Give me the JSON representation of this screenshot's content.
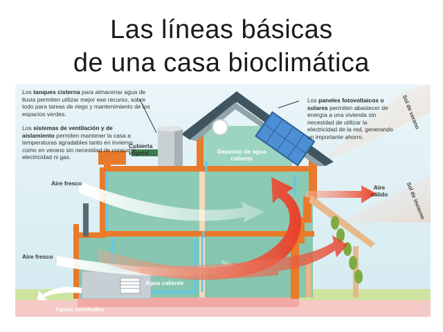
{
  "title": {
    "line1": "Las líneas básicas",
    "line2": "de una casa bioclimática"
  },
  "notes": {
    "tanques": {
      "pre": "Los ",
      "bold": "tanques cisterna",
      "rest": " para almacenar agua de lluvia permiten utilizar mejor ese recurso, sobre todo para tareas de riego y mantenimiento de los espacios verdes."
    },
    "ventilacion": {
      "pre": "Los ",
      "bold": "sistemas de ventilación y de aislamiento",
      "rest": " permiten mantener la casa a temperaturas agradables tanto en invierno como en verano sin necesidad de consumir electricidad ni gas."
    },
    "paneles": {
      "pre": "Los ",
      "bold": "paneles fotovoltaicos o solares",
      "rest": " permiten abastecer de energía a una vivienda sin necesidad de utilizar la electricidad de la red, generando un importante ahorro."
    }
  },
  "labels": {
    "cubierta_vegetal": "Cubierta vegetal",
    "deposito": "Depósito de agua caliente",
    "aire_fresco_top": "Aire fresco",
    "aire_fresco_bottom": "Aire fresco",
    "aire_calido": "Aire cálido",
    "agua_caliente": "Agua caliente",
    "aguas_residuales": "Aguas residuales",
    "sol_verano": "Sol de verano",
    "sol_invierno": "Sol de invierno"
  },
  "colors": {
    "wall": "#e87a2a",
    "interior": "#7fbfa8",
    "sky": "#dff0f4",
    "roof": "#3f5560",
    "ground": "#f4b8b6",
    "grass": "#cfe3a0",
    "warm_arrow": "#e8402a",
    "cool_arrow": "#ffffff",
    "pipe": "#5bc8ef"
  }
}
